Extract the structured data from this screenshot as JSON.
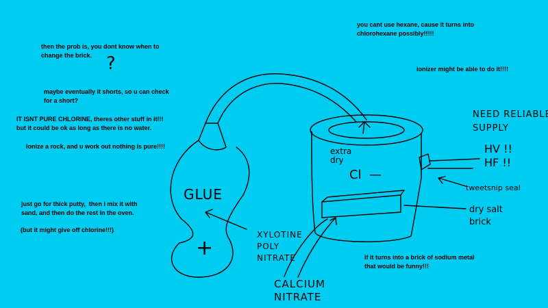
{
  "notes": {
    "change_brick": "then the prob is, you dont know when to\nchange the brick.",
    "question_mark": "?",
    "shorts": "maybe eventually it shorts, so u can check\nfor a short?",
    "not_pure": "IT ISNT PURE CHLORINE, theres other stuff in it!!!\nbut it could be ok as long as there is no water.",
    "ionize_rock": "ionize a rock, and u work out nothing is pure!!!!",
    "putty": "just go for thick putty,  then i mix it with\nsand, and then do the rest in the oven.",
    "give_off": "(but it might give off chlorine!!!)",
    "hexane": "you cant use hexane, cause it turns into\nchlorohexane possibly!!!!!",
    "ionizer": "ionizer might be able to do it!!!!",
    "sodium": "if it turns into a brick of sodium metal\nthat would be funny!!!"
  },
  "labels": {
    "glue": "GLUE",
    "plus": "+",
    "xylotine": "XYLOTINE\nPOLY\nNITRATE",
    "calcium": "CALCIUM\nNITRATE",
    "extra_dry": "extra\ndry",
    "cl_minus": "Cl  —",
    "need_reliable": "NEED RELIABLE\nSUPPLY",
    "hv": "HV !!",
    "hf": "HF !!",
    "thermal": "tweetsnip seal",
    "dry_salt": "dry salt\nbrick"
  }
}
